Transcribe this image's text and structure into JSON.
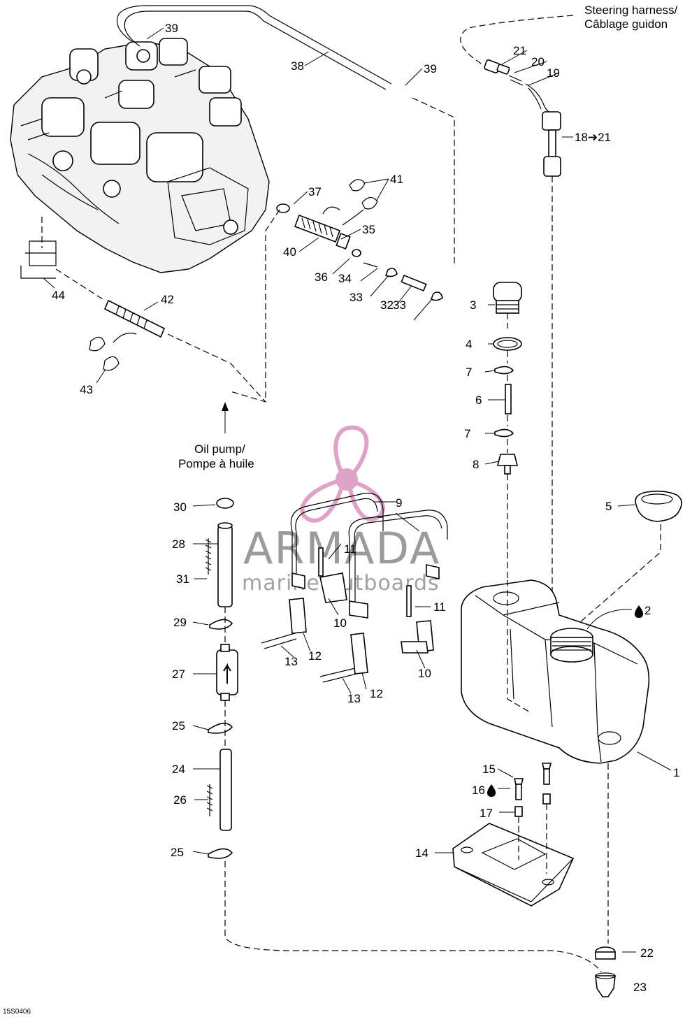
{
  "captions": {
    "steering_harness_en": "Steering harness/",
    "steering_harness_fr": "Câblage guidon",
    "oil_pump_en": "Oil pump/",
    "oil_pump_fr": "Pompe à huile"
  },
  "drawing_code": "15S0406",
  "watermark": {
    "brand": "ARMADA",
    "tagline": "marine outboards",
    "color": "#e0a3c8"
  },
  "callouts": {
    "c1": "1",
    "c2": "2",
    "c3": "3",
    "c4": "4",
    "c5": "5",
    "c6": "6",
    "c7a": "7",
    "c7b": "7",
    "c8": "8",
    "c9": "9",
    "c10a": "10",
    "c10b": "10",
    "c11a": "11",
    "c11b": "11",
    "c12a": "12",
    "c12b": "12",
    "c13a": "13",
    "c13b": "13",
    "c14": "14",
    "c15": "15",
    "c16": "16",
    "c17": "17",
    "c18": "18➔21",
    "c19": "19",
    "c20": "20",
    "c21": "21",
    "c22": "22",
    "c23": "23",
    "c24": "24",
    "c25a": "25",
    "c25b": "25",
    "c26": "26",
    "c27": "27",
    "c28": "28",
    "c29": "29",
    "c30": "30",
    "c31": "31",
    "c32": "32",
    "c33a": "33",
    "c33b": "33",
    "c34": "34",
    "c35": "35",
    "c36": "36",
    "c37": "37",
    "c38": "38",
    "c39a": "39",
    "c39b": "39",
    "c40": "40",
    "c41": "41",
    "c42": "42",
    "c43": "43",
    "c44": "44"
  },
  "icons": {
    "oil_drop": "oil-drop-icon",
    "arrow": "arrow-right-icon"
  }
}
